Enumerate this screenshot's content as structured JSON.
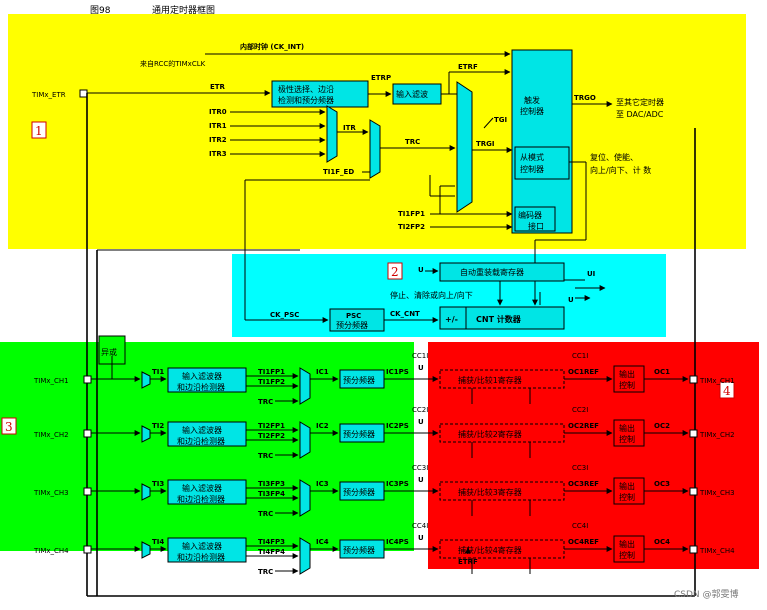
{
  "title": {
    "fig": "图98",
    "name": "通用定时器框图"
  },
  "region_numbers": [
    "1",
    "2",
    "3",
    "4"
  ],
  "colors": {
    "yellow": "#ffff00",
    "cyan": "#00ffff",
    "green": "#00ff00",
    "red": "#ff0000",
    "block": "#00e5e5"
  },
  "clock": {
    "internal": "内部时钟 (CK_INT)",
    "rcc": "来自RCC的TIMxCLK"
  },
  "trigger": {
    "etr": "ETR",
    "etrp": "ETRP",
    "etrf": "ETRF",
    "polarity": "极性选择、边沿检测和预分频器",
    "filter": "输入滤波",
    "itr": [
      "ITR0",
      "ITR1",
      "ITR2",
      "ITR3"
    ],
    "itr_out": "ITR",
    "trc": "TRC",
    "ti1f_ed": "TI1F_ED",
    "tgi": "TGI",
    "trgi": "TRGI",
    "ti1fp1": "TI1FP1",
    "ti2fp2": "TI2FP2",
    "trigger_ctrl": "触发控制器",
    "slave_ctrl": "从模式控制器",
    "encoder": "编码器接口",
    "trgo": "TRGO",
    "trgo_dest": "至其它定时器至 DAC/ADC",
    "slave_note": "复位、使能、向上/向下、计数"
  },
  "counter": {
    "arr": "自动重装载寄存器",
    "u_arr": "U",
    "ui": "UI",
    "stop": "停止、清除或向上/向下",
    "ck_psc": "CK_PSC",
    "psc": "PSC预分频器",
    "ck_cnt": "CK_CNT",
    "dir": "+/-",
    "cnt": "CNT 计数器",
    "u_cnt": "U"
  },
  "pins": {
    "etr": "TIMx_ETR",
    "ch_in": [
      "TIMx_CH1",
      "TIMx_CH2",
      "TIMx_CH3",
      "TIMx_CH4"
    ],
    "ch_out": [
      "TIMx_CH1",
      "TIMx_CH2",
      "TIMx_CH3",
      "TIMx_CH4"
    ]
  },
  "xor": "异或",
  "filter_block": "输入滤波器和边沿检测器",
  "prescaler": "预分频器",
  "output_ctrl": "输出控制",
  "channels": [
    {
      "ti": "TI1",
      "fp_a": "TI1FP1",
      "fp_b": "TI1FP2",
      "ic": "IC1",
      "icps": "IC1PS",
      "cc": "CC1I",
      "reg": "捕获/比较1寄存器",
      "ocref": "OC1REF",
      "oc": "OC1"
    },
    {
      "ti": "TI2",
      "fp_a": "TI2FP1",
      "fp_b": "TI2FP2",
      "ic": "IC2",
      "icps": "IC2PS",
      "cc": "CC2I",
      "reg": "捕获/比较2寄存器",
      "ocref": "OC2REF",
      "oc": "OC2"
    },
    {
      "ti": "TI3",
      "fp_a": "TI3FP3",
      "fp_b": "TI3FP4",
      "ic": "IC3",
      "icps": "IC3PS",
      "cc": "CC3I",
      "reg": "捕获/比较3寄存器",
      "ocref": "OC3REF",
      "oc": "OC3"
    },
    {
      "ti": "TI4",
      "fp_a": "TI4FP3",
      "fp_b": "TI4FP4",
      "ic": "IC4",
      "icps": "IC4PS",
      "cc": "CC4I",
      "reg": "捕获/比较4寄存器",
      "ocref": "OC4REF",
      "oc": "OC4"
    }
  ],
  "trc_label": "TRC",
  "u_label": "U",
  "etrf_bottom": "ETRF",
  "watermark": "CSDN @郭雯博"
}
